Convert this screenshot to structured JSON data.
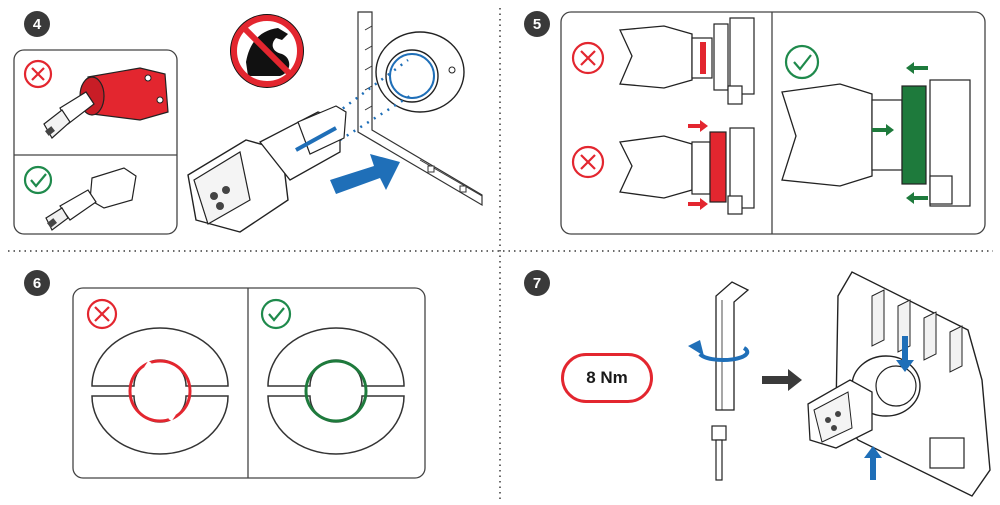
{
  "steps": [
    {
      "number": "4"
    },
    {
      "number": "5"
    },
    {
      "number": "6"
    },
    {
      "number": "7"
    }
  ],
  "torque_label": "8 Nm",
  "colors": {
    "wrong": "#e3262f",
    "correct": "#1f8a4c",
    "arrow_blue": "#1f6fb8",
    "green_part": "#1e7a3c",
    "dark_gray": "#3a3a3a"
  },
  "icons": [
    "cross-icon",
    "check-icon",
    "no-force-icon",
    "rotate-arrow-icon",
    "right-arrow-icon"
  ]
}
